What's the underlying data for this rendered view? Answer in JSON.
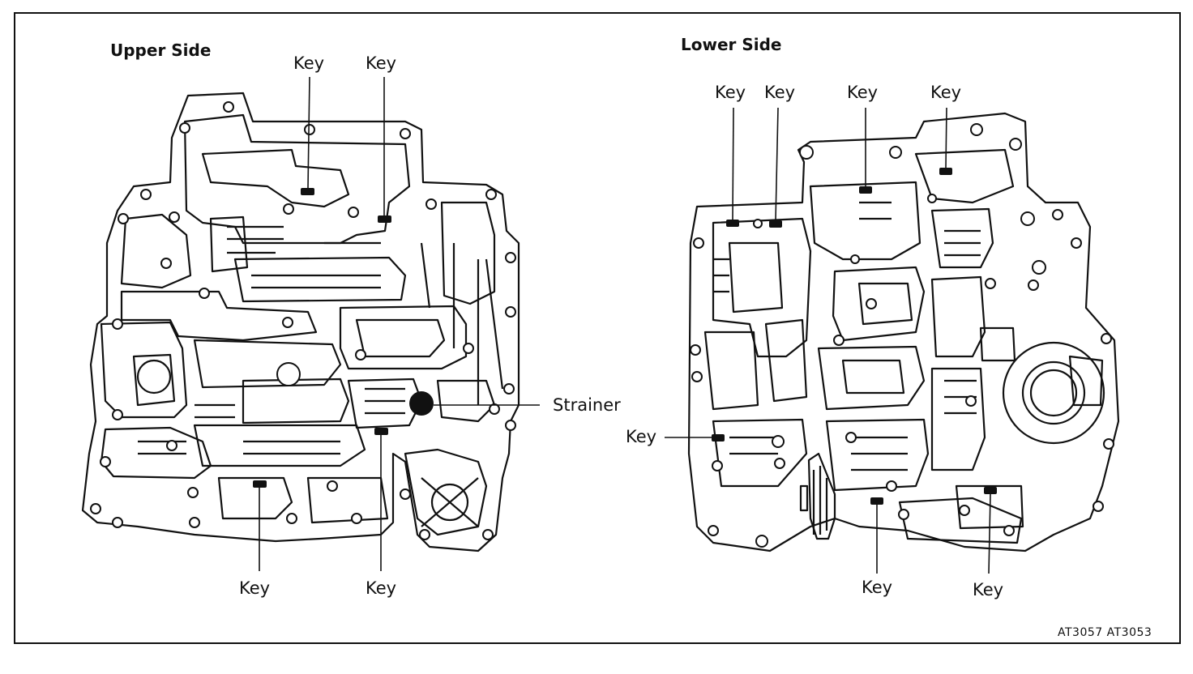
{
  "upper": {
    "title": "Upper Side",
    "keys": [
      "Key",
      "Key",
      "Key",
      "Key"
    ],
    "strainer": "Strainer"
  },
  "lower": {
    "title": "Lower Side",
    "keys": [
      "Key",
      "Key",
      "Key",
      "Key",
      "Key",
      "Key",
      "Key"
    ]
  },
  "figure_code": "AT3057 AT3053",
  "colors": {
    "ink": "#111111",
    "paper": "#ffffff"
  }
}
